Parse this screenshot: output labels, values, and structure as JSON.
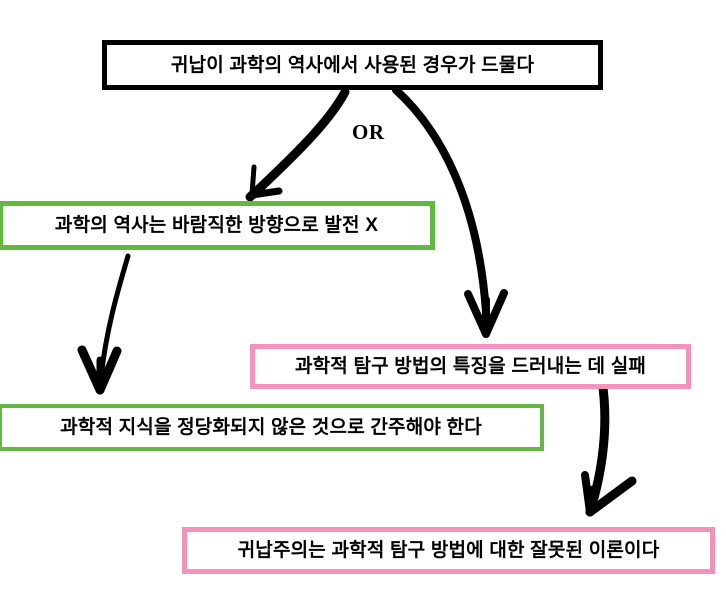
{
  "diagram": {
    "title_node": {
      "id": "root",
      "text": "귀납이 과학의 역사에서 사용된 경우가 드물다",
      "border_color": "#000000"
    },
    "connector_label": "OR",
    "nodes": [
      {
        "id": "branch-a",
        "text": "과학의 역사는 바람직한 방향으로 발전 X",
        "border_color": "#62b842"
      },
      {
        "id": "branch-b",
        "text": "과학적 탐구 방법의 특징을 드러내는 데 실패",
        "border_color": "#f293bb"
      },
      {
        "id": "conclusion-a",
        "text": "과학적 지식을 정당화되지 않은 것으로 간주해야 한다",
        "border_color": "#62b842"
      },
      {
        "id": "conclusion-b",
        "text": "귀납주의는 과학적 탐구 방법에 대한 잘못된 이론이다",
        "border_color": "#f293bb"
      }
    ],
    "arrows": [
      {
        "id": "root-to-branch-a",
        "from": "root",
        "to": "branch-a",
        "color": "#000000"
      },
      {
        "id": "root-to-branch-b",
        "from": "root",
        "to": "branch-b",
        "color": "#000000"
      },
      {
        "id": "branch-a-to-conclusion-a",
        "from": "branch-a",
        "to": "conclusion-a",
        "color": "#000000"
      },
      {
        "id": "branch-b-to-conclusion-b",
        "from": "branch-b",
        "to": "conclusion-b",
        "color": "#000000"
      }
    ],
    "background_color": "#ffffff"
  }
}
